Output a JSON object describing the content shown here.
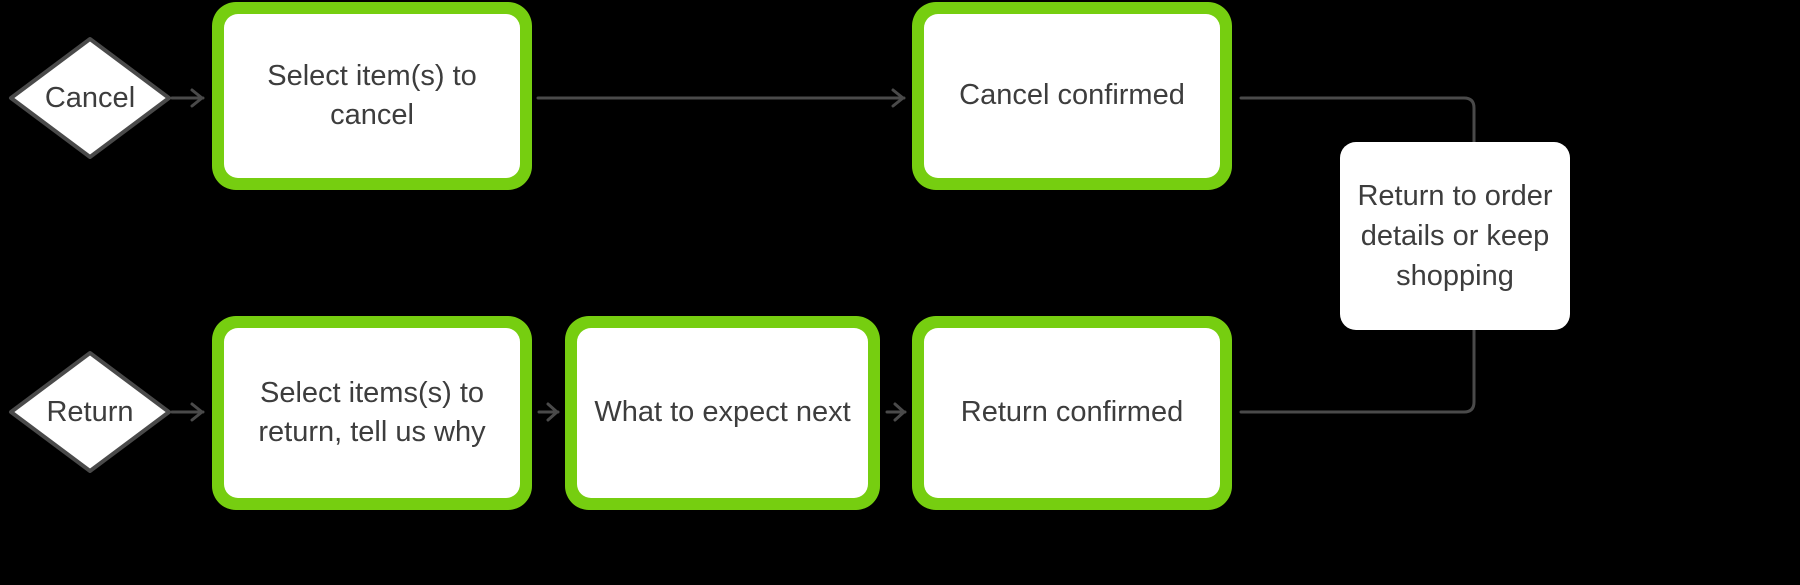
{
  "diagram": {
    "type": "flowchart",
    "background_color": "#000000",
    "accent_color": "#76ce10",
    "text_color": "#3d3d3d",
    "connector_color": "#4a4a4a",
    "nodes": {
      "cancel_decision": {
        "label": "Cancel",
        "shape": "diamond"
      },
      "return_decision": {
        "label": "Return",
        "shape": "diamond"
      },
      "select_cancel": {
        "label": "Select item(s) to cancel",
        "shape": "process",
        "accent": "green"
      },
      "cancel_confirmed": {
        "label": "Cancel confirmed",
        "shape": "process",
        "accent": "green"
      },
      "select_return": {
        "label": "Select items(s) to return, tell us why",
        "shape": "process",
        "accent": "green"
      },
      "what_next": {
        "label": "What to expect next",
        "shape": "process",
        "accent": "green"
      },
      "return_confirmed": {
        "label": "Return confirmed",
        "shape": "process",
        "accent": "green"
      },
      "order_details": {
        "label": "Return to order details or keep shopping",
        "shape": "terminal",
        "accent": "none"
      }
    },
    "edges": [
      {
        "from": "cancel_decision",
        "to": "select_cancel"
      },
      {
        "from": "select_cancel",
        "to": "cancel_confirmed"
      },
      {
        "from": "cancel_confirmed",
        "to": "order_details"
      },
      {
        "from": "return_decision",
        "to": "select_return"
      },
      {
        "from": "select_return",
        "to": "what_next"
      },
      {
        "from": "what_next",
        "to": "return_confirmed"
      },
      {
        "from": "return_confirmed",
        "to": "order_details"
      }
    ]
  }
}
